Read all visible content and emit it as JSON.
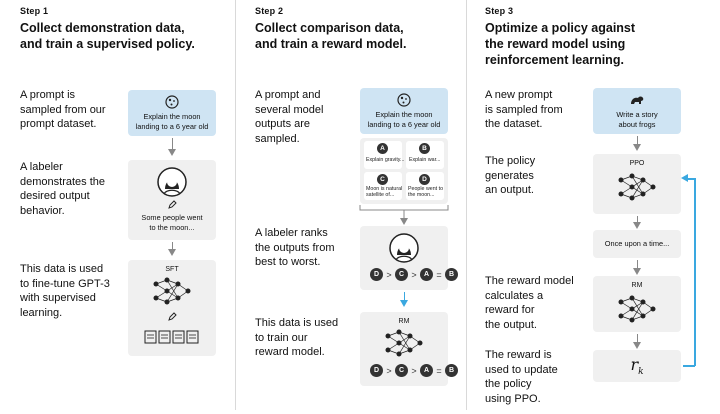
{
  "steps": [
    {
      "label": "Step 1",
      "heading": [
        "Collect demonstration data,",
        "and train a supervised policy."
      ],
      "descs": [
        [
          "A prompt is",
          "sampled from our",
          "prompt dataset."
        ],
        [
          "A labeler",
          "demonstrates the",
          "desired output",
          "behavior."
        ],
        [
          "This data is used",
          "to fine-tune GPT-3",
          "with supervised",
          "learning."
        ]
      ],
      "prompt_box": [
        "Explain the moon",
        "landing to a 6 year old"
      ],
      "labeler_text": [
        "Some people went",
        "to the moon..."
      ],
      "model_label": "SFT"
    },
    {
      "label": "Step 2",
      "heading": [
        "Collect comparison data,",
        "and train a reward model."
      ],
      "descs": [
        [
          "A prompt and",
          "several model",
          "outputs are",
          "sampled."
        ],
        [
          "A labeler ranks",
          "the outputs from",
          "best to worst."
        ],
        [
          "This data is used",
          "to train our",
          "reward model."
        ]
      ],
      "prompt_box": [
        "Explain the moon",
        "landing to a 6 year old"
      ],
      "outputs": [
        {
          "badge": "A",
          "text": [
            "Explain gravity..."
          ]
        },
        {
          "badge": "B",
          "text": [
            "Explain war..."
          ]
        },
        {
          "badge": "C",
          "text": [
            "Moon is natural",
            "satellite of..."
          ]
        },
        {
          "badge": "D",
          "text": [
            "People went to",
            "the moon..."
          ]
        }
      ],
      "ranking": [
        "D",
        ">",
        "C",
        ">",
        "A",
        "=",
        "B"
      ],
      "model_label": "RM"
    },
    {
      "label": "Step 3",
      "heading": [
        "Optimize a policy against",
        "the reward model using",
        "reinforcement learning."
      ],
      "descs": [
        [
          "A new prompt",
          "is sampled from",
          "the dataset."
        ],
        [
          "The policy",
          "generates",
          "an output."
        ],
        [
          "The reward model",
          "calculates a",
          "reward for",
          "the output."
        ],
        [
          "The reward is",
          "used to update",
          "the policy",
          "using PPO."
        ]
      ],
      "prompt_box": [
        "Write a story",
        "about frogs"
      ],
      "policy_label": "PPO",
      "output_text": "Once upon a time...",
      "rm_label": "RM",
      "reward_symbol": "r",
      "reward_subscript": "k"
    }
  ],
  "colors": {
    "prompt_blue": "#cfe4f3",
    "card_grey": "#f0f0f0",
    "arrow_grey": "#888888",
    "arrow_blue": "#3aa8e0"
  },
  "icons": [
    "moon-icon",
    "frog-icon",
    "labeler-avatar-icon",
    "pencil-icon",
    "neural-network-icon",
    "document-icon"
  ]
}
